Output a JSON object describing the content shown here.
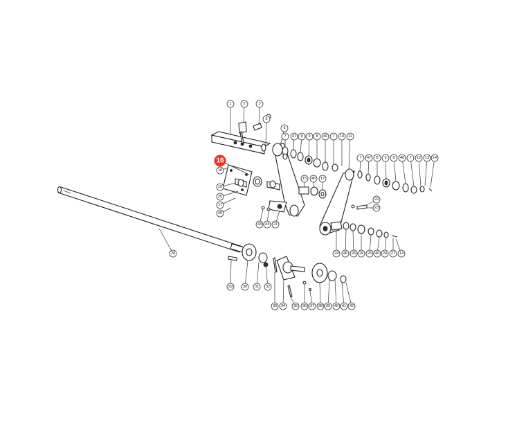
{
  "highlight_color": "#e8342b",
  "highlighted_part": "16",
  "callouts": {
    "c1": "1",
    "c2": "2",
    "c3": "3",
    "c5": "5",
    "c6": "6",
    "r7a": "7",
    "r47a": "47",
    "r8a": "8",
    "r9a": "9",
    "r8b": "8",
    "r46a": "46",
    "r7b": "7",
    "r10": "10",
    "r11": "11",
    "r7c": "7",
    "r47b": "47",
    "r8c": "8",
    "r9b": "9",
    "r8d": "8",
    "r46b": "46",
    "r7d": "7",
    "r12": "12",
    "r13": "13",
    "r14a": "14",
    "c16": "16",
    "c18": "18",
    "c19": "19",
    "c20": "20",
    "c17a": "17",
    "c45": "45",
    "c15": "15",
    "c46c": "46",
    "c17b": "17",
    "c43": "43",
    "c44": "44",
    "c21": "21",
    "c22": "22",
    "c23": "23",
    "b24a": "24",
    "b46d": "46",
    "b25a": "25",
    "b26a": "26",
    "b25b": "25",
    "b46e": "46",
    "b24b": "24",
    "b27": "27",
    "b14b": "14",
    "c28": "28",
    "c29": "29",
    "c30": "30",
    "c31": "31",
    "c32": "32",
    "c33": "33",
    "c34": "34",
    "c35": "35",
    "c36": "36",
    "c37": "37",
    "c38": "38",
    "c39": "39",
    "c40": "40",
    "c41": "41",
    "c42": "42"
  }
}
